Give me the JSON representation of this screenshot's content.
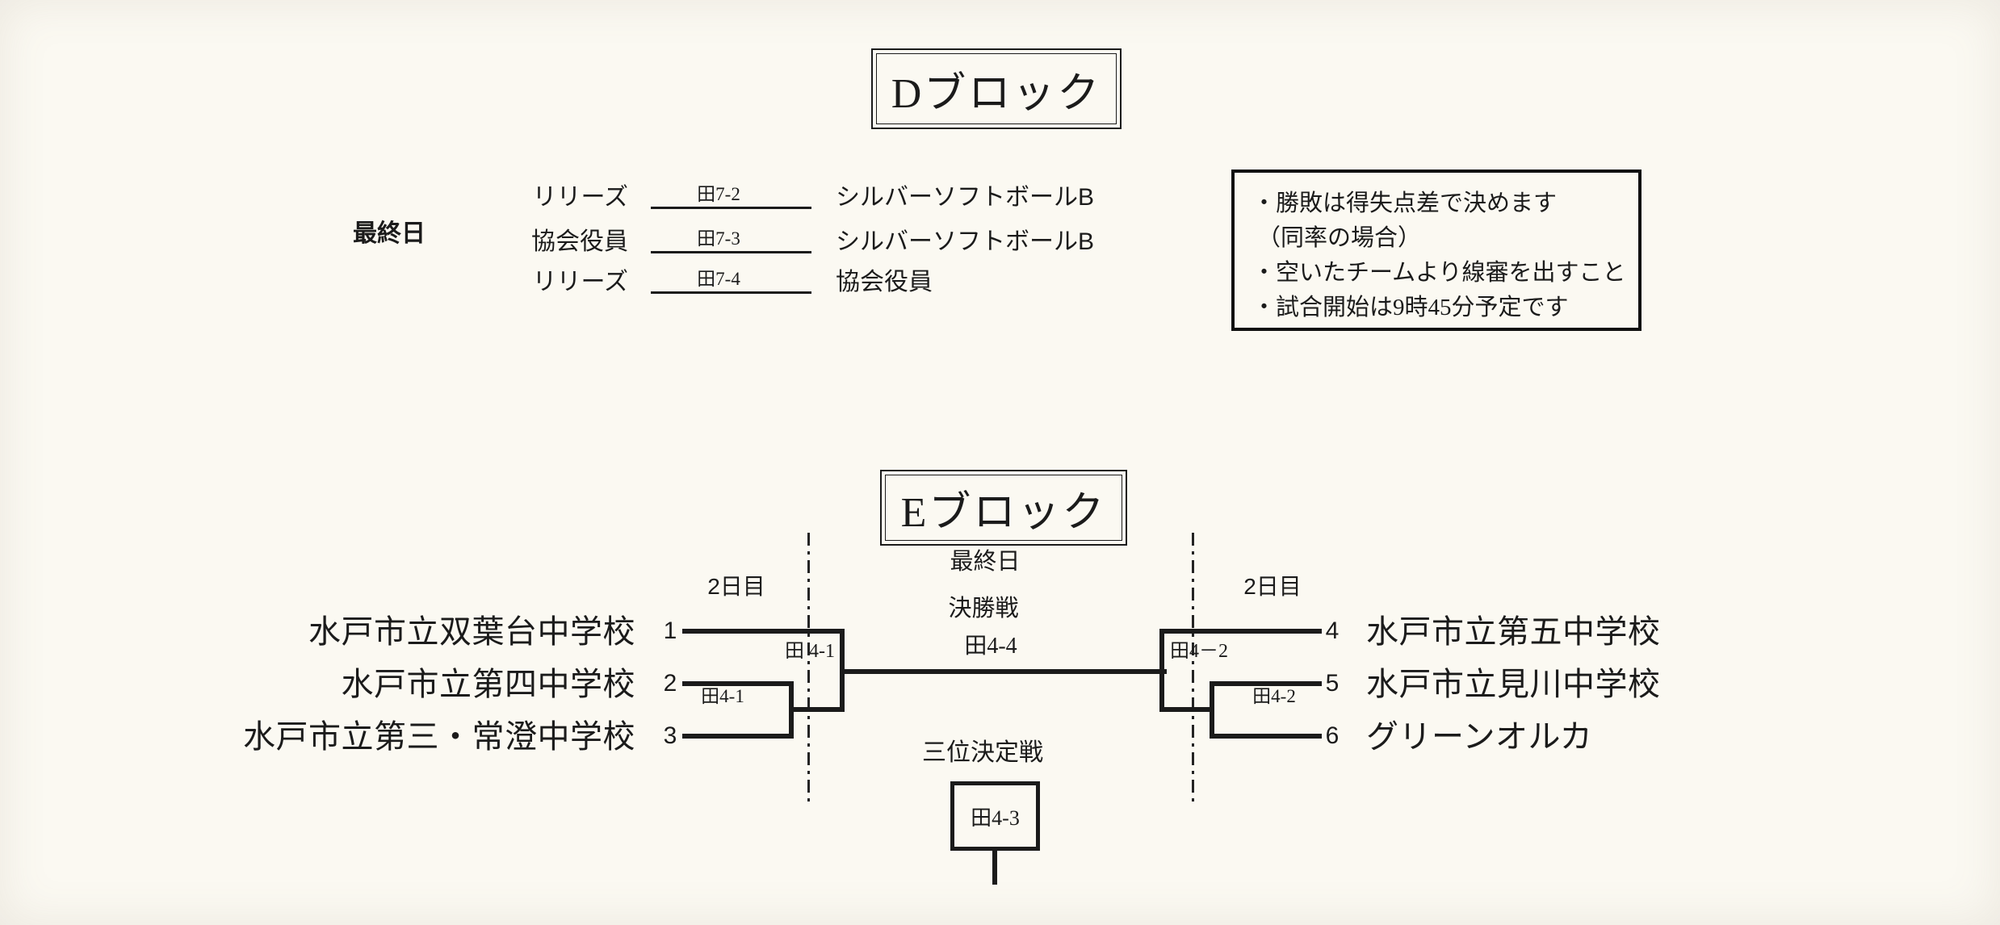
{
  "page": {
    "bg": "#fbf9f2",
    "ink": "#1b1b1b"
  },
  "block_d": {
    "title": "Dブロック",
    "day_label": "最終日",
    "matches": [
      {
        "left": "リリーズ",
        "code": "田7-2",
        "right": "シルバーソフトボールB"
      },
      {
        "left": "協会役員",
        "code": "田7-3",
        "right": "シルバーソフトボールB"
      },
      {
        "left": "リリーズ",
        "code": "田7-4",
        "right": "協会役員"
      }
    ],
    "notes": [
      "・勝敗は得失点差で決めます",
      "（同率の場合）",
      "・空いたチームより線審を出すこと",
      "・試合開始は9時45分予定です"
    ]
  },
  "block_e": {
    "title": "Eブロック",
    "labels": {
      "final_day": "最終日",
      "final": "決勝戦",
      "final_code": "田4-4",
      "day2_left": "2日目",
      "day2_right": "2日目",
      "third_place": "三位決定戦",
      "third_place_code": "田4-3",
      "semi_left_code": "田 4-1",
      "match_left_code": "田4-1",
      "semi_right_code": "田4－2",
      "match_right_code": "田4-2"
    },
    "teams_left": [
      {
        "seed": "1",
        "name": "水戸市立双葉台中学校"
      },
      {
        "seed": "2",
        "name": "水戸市立第四中学校"
      },
      {
        "seed": "3",
        "name": "水戸市立第三・常澄中学校"
      }
    ],
    "teams_right": [
      {
        "seed": "4",
        "name": "水戸市立第五中学校"
      },
      {
        "seed": "5",
        "name": "水戸市立見川中学校"
      },
      {
        "seed": "6",
        "name": "グリーンオルカ"
      }
    ]
  }
}
